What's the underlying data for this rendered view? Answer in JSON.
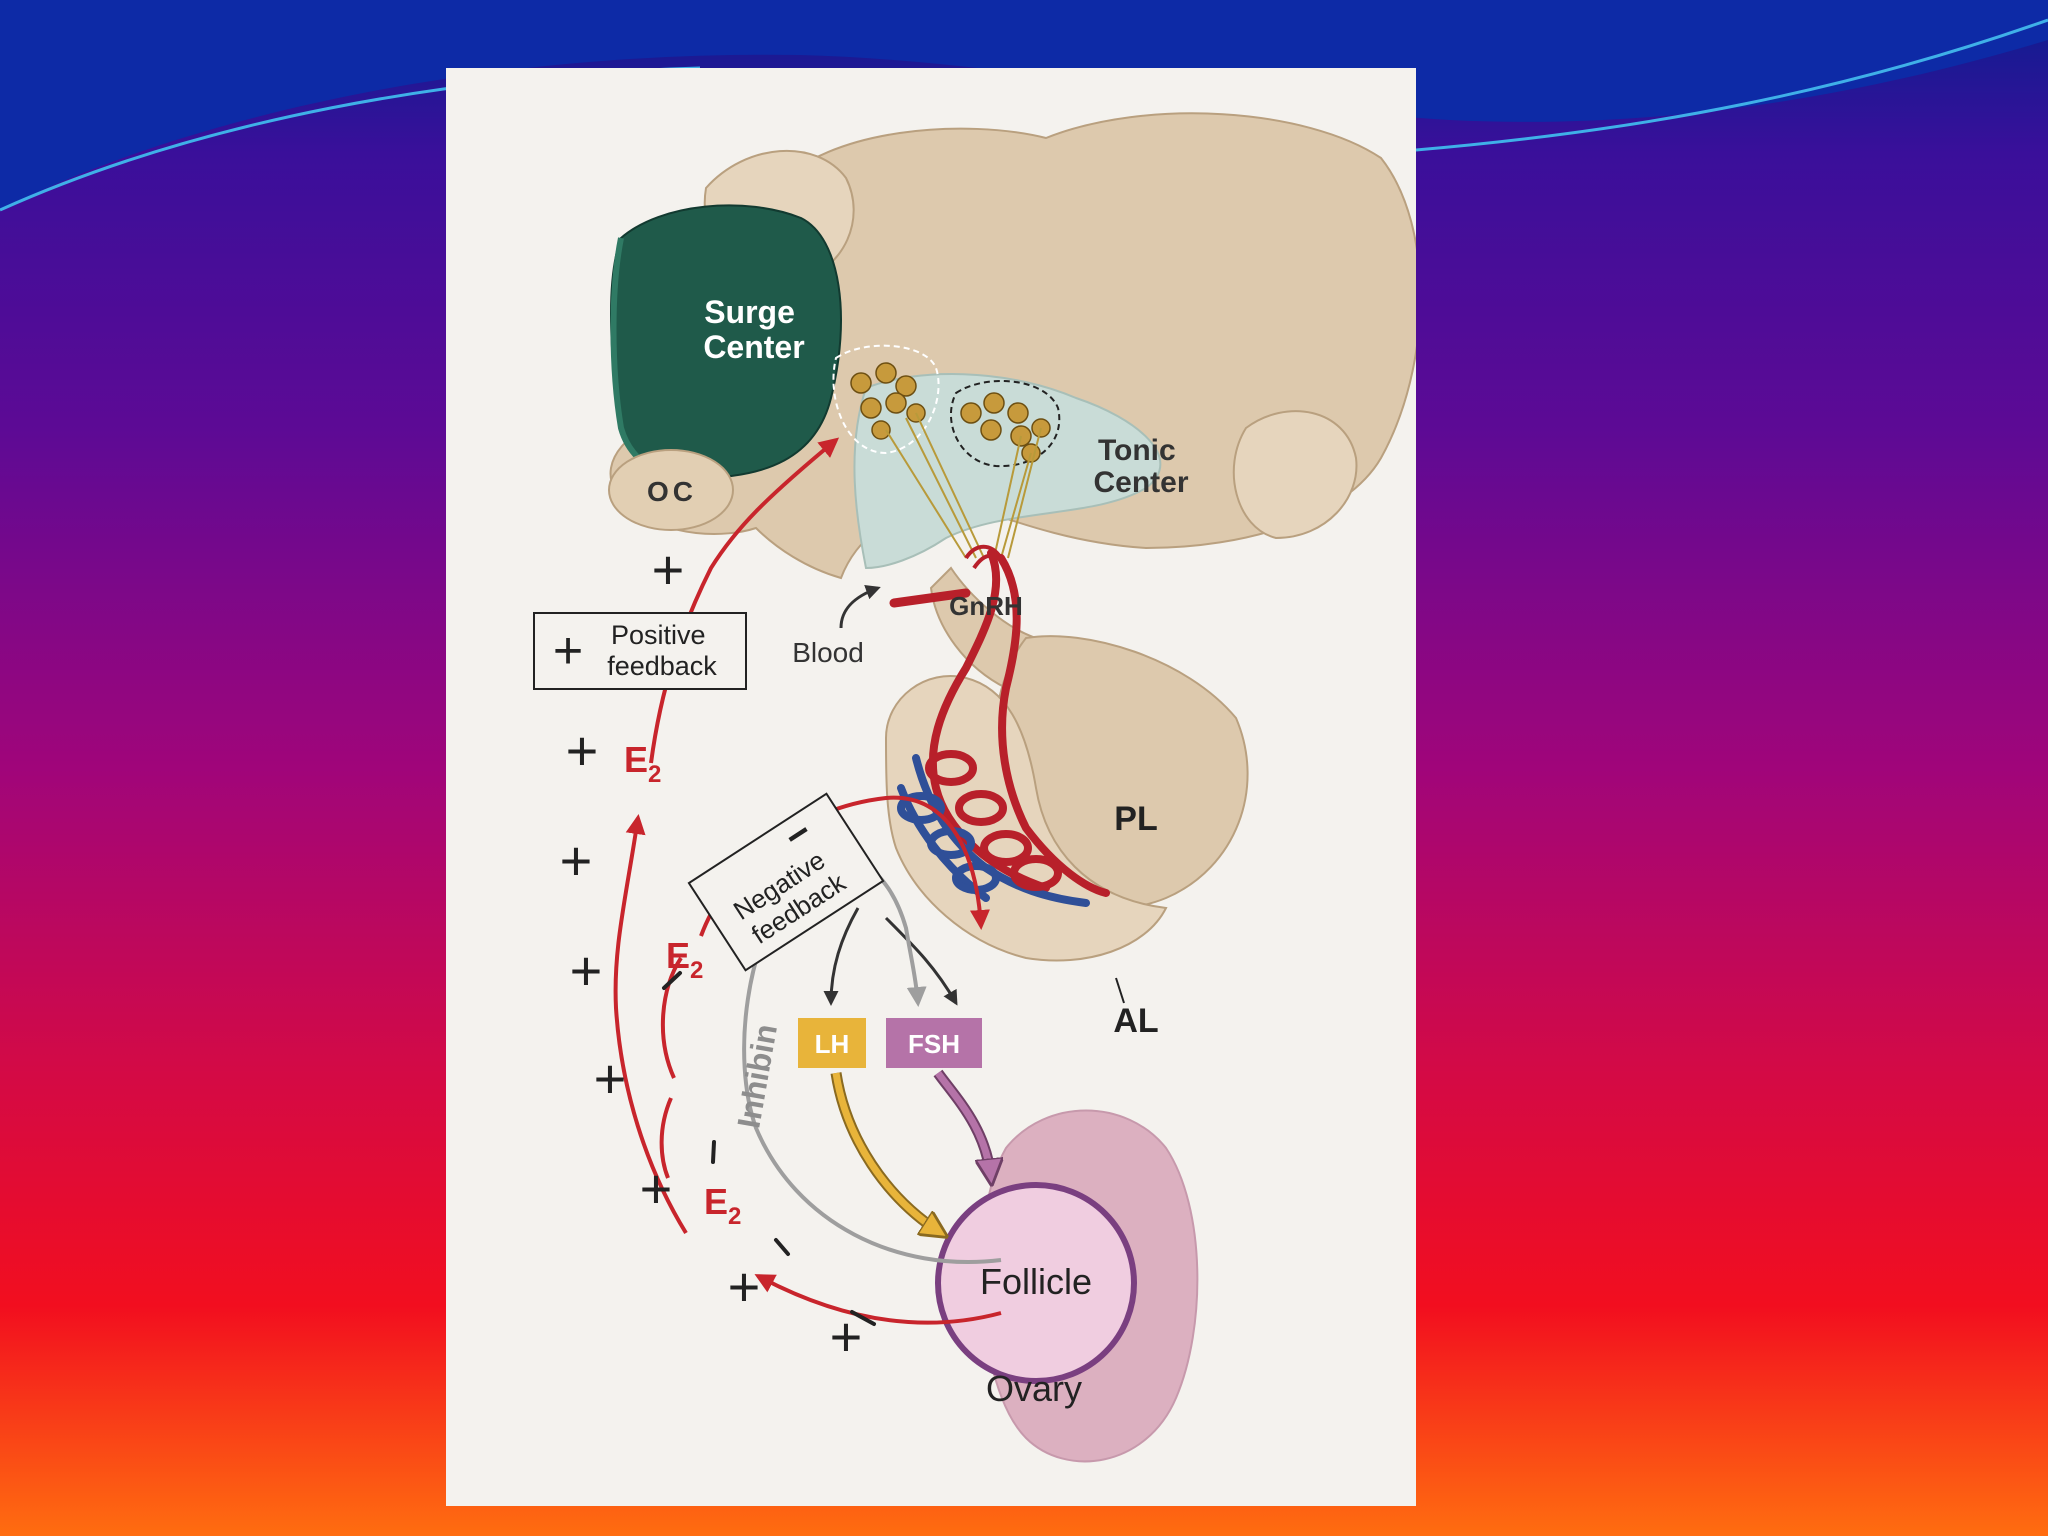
{
  "colors": {
    "surge_center": "#1f5a4a",
    "tonic_center": "#c9dcd7",
    "brain_tissue": "#ddc9ad",
    "artery": "#b8202a",
    "vein": "#2f4f98",
    "lh_badge": "#e8b43a",
    "fsh_badge": "#b573a8",
    "ovary": "#dcb0c0",
    "follicle": "#f0cde0",
    "e2_red": "#c8252c",
    "inhibin_gray": "#9e9e9e"
  },
  "labels": {
    "surge_center": [
      "Surge",
      "Center"
    ],
    "tonic_center": [
      "Tonic",
      "Center"
    ],
    "oc": "OC",
    "gnrh": "GnRH",
    "blood": "Blood",
    "pl": "PL",
    "al": "AL",
    "lh": "LH",
    "fsh": "FSH",
    "follicle": "Follicle",
    "ovary": "Ovary",
    "inhibin": "Inhibin",
    "positive_feedback": [
      "Positive",
      "feedback"
    ],
    "negative_feedback": [
      "Negative",
      "feedback"
    ],
    "e2": "E",
    "e2_sub": "2",
    "plus": "+",
    "minus": "−"
  }
}
